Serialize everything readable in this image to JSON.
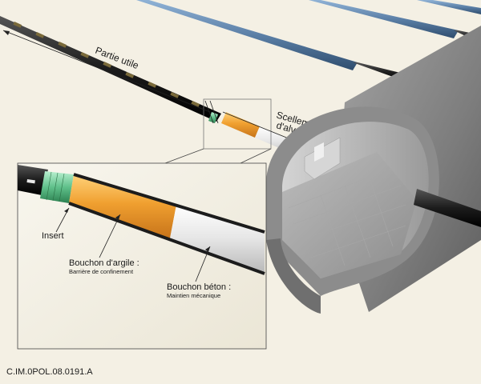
{
  "labels": {
    "partie_utile": "Partie utile",
    "scellement_line1": "Scellement",
    "scellement_line2": "d'alvéole",
    "insert": "Insert",
    "bouchon_argile_title": "Bouchon d'argile :",
    "bouchon_argile_sub": "Barrière de confinement",
    "bouchon_beton_title": "Bouchon béton :",
    "bouchon_beton_sub": "Maintien mécanique"
  },
  "reference_code": "C.IM.0POL.08.0191.A",
  "colors": {
    "background": "#f4f0e4",
    "tunnel_concrete": "#8a8a8a",
    "tunnel_inner": "#c9c9c9",
    "blue_tube": "#5b7fa6",
    "black_tube": "#1c1c1c",
    "clay_plug": "#f0a030",
    "concrete_plug": "#e4e4e4",
    "insert_green": "#5fc08a"
  }
}
